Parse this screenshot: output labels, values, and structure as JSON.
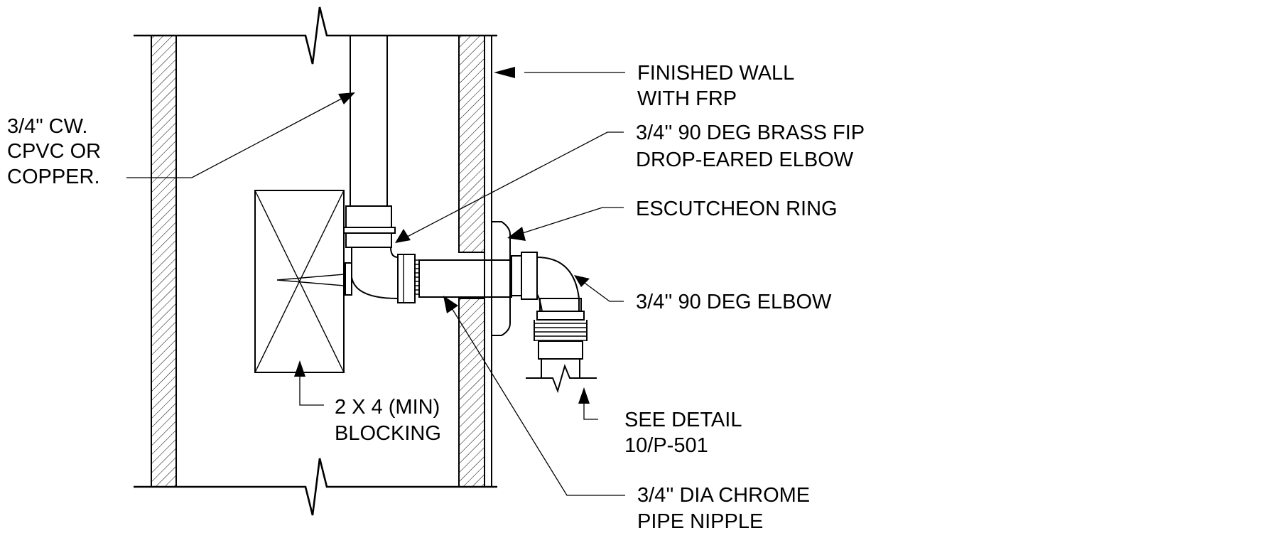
{
  "labels": {
    "finished_wall": [
      "FINISHED WALL",
      "WITH FRP"
    ],
    "brass_elbow": [
      "3/4'' 90 DEG BRASS FIP",
      "DROP-EARED ELBOW"
    ],
    "escutcheon": [
      "ESCUTCHEON RING"
    ],
    "elbow": [
      "3/4'' 90 DEG ELBOW"
    ],
    "see_detail": [
      "SEE DETAIL",
      "10/P-501"
    ],
    "nipple": [
      "3/4'' DIA CHROME",
      "PIPE NIPPLE"
    ],
    "blocking": [
      "2 X 4 (MIN)",
      "BLOCKING"
    ],
    "supply": [
      "3/4\" CW.",
      "CPVC OR",
      "COPPER."
    ]
  }
}
